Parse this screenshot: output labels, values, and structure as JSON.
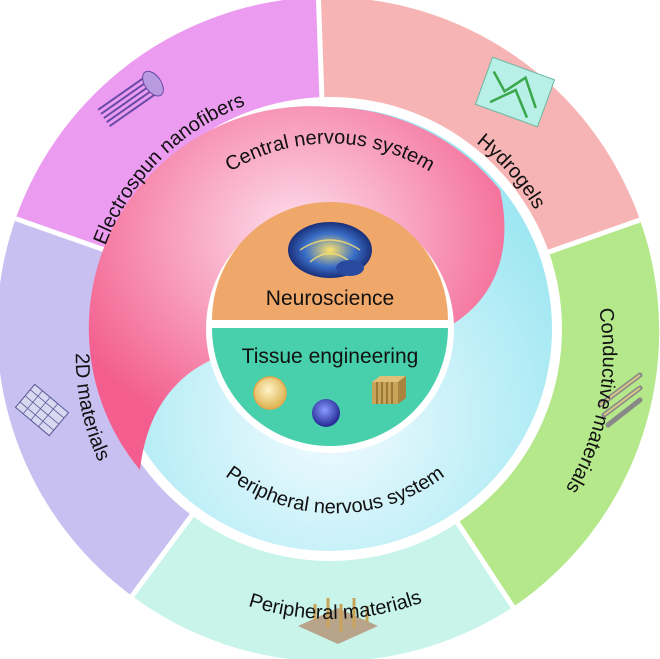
{
  "outer_ring": {
    "segments": [
      {
        "label": "Electrospun nanofibers",
        "color": "#ec9cf0",
        "icon": "nanofiber-bundle-icon"
      },
      {
        "label": "Hydrogels",
        "color": "#f7b4b4",
        "icon": "hydrogel-network-icon"
      },
      {
        "label": "Conductive materials",
        "color": "#b4e88a",
        "icon": "conductive-tubes-icon"
      },
      {
        "label": "Peripheral materials",
        "color": "#c8f4ea",
        "icon": "pillar-array-icon"
      },
      {
        "label": "2D materials",
        "color": "#c8c0f0",
        "icon": "graphene-sheet-icon"
      }
    ]
  },
  "middle_ring": {
    "top_label": "Central nervous system",
    "bottom_label": "Peripheral nervous system",
    "top_color": "#f46a9a",
    "bottom_color": "#bdeff4"
  },
  "center": {
    "top_label": "Neuroscience",
    "bottom_label": "Tissue engineering",
    "top_color": "#f0a86a",
    "bottom_color": "#48d0ac",
    "icons": [
      "brain-icon",
      "cell-sphere-icon",
      "blue-cell-icon",
      "scaffold-block-icon"
    ]
  }
}
